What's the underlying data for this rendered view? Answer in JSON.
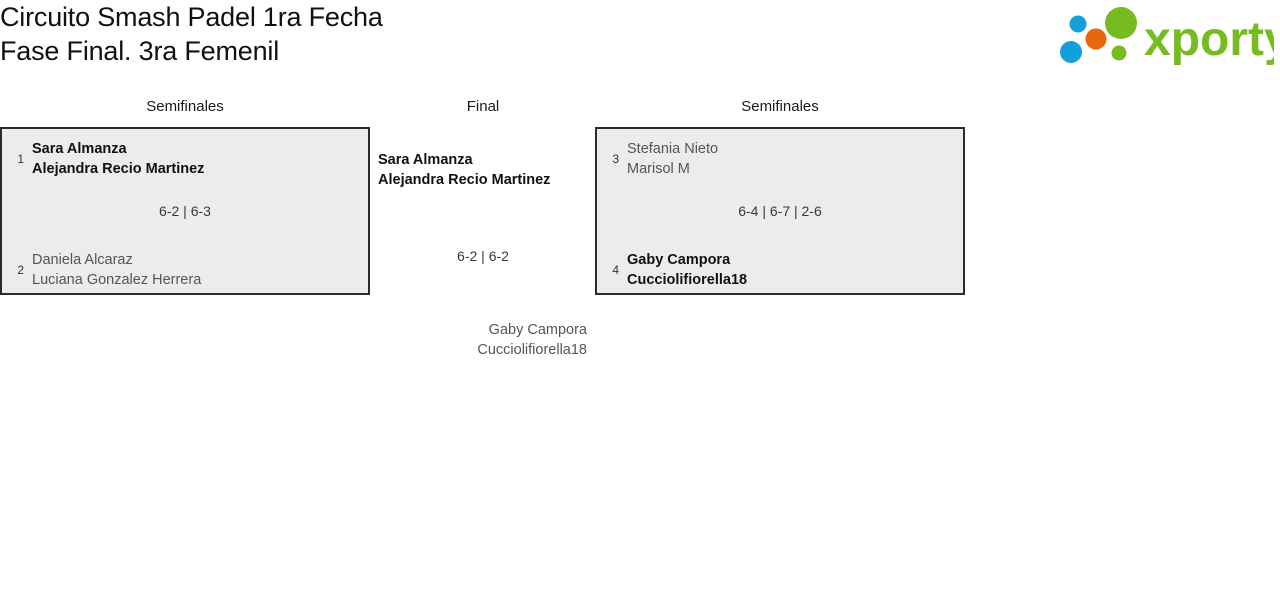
{
  "header": {
    "title_line1": "Circuito Smash Padel 1ra Fecha",
    "title_line2": "Fase Final. 3ra Femenil"
  },
  "logo": {
    "wordmark": "xporty",
    "green": "#76bc21",
    "blue": "#12a0db",
    "orange": "#e8670c"
  },
  "bracket": {
    "rounds": {
      "left_label": "Semifinales",
      "center_label": "Final",
      "right_label": "Semifinales"
    },
    "left_semifinal": {
      "top": {
        "seed": "1",
        "player1": "Sara Almanza",
        "player2": "Alejandra Recio Martinez"
      },
      "bottom": {
        "seed": "2",
        "player1": "Daniela Alcaraz",
        "player2": "Luciana Gonzalez Herrera"
      },
      "score": "6-2 | 6-3"
    },
    "right_semifinal": {
      "top": {
        "seed": "3",
        "player1": "Stefania Nieto",
        "player2": "Marisol M"
      },
      "bottom": {
        "seed": "4",
        "player1": "Gaby Campora",
        "player2": "Cucciolifiorella18"
      },
      "score": "6-4 | 6-7 | 2-6"
    },
    "final": {
      "winner": {
        "player1": "Sara Almanza",
        "player2": "Alejandra Recio Martinez"
      },
      "runner_up": {
        "player1": "Gaby Campora",
        "player2": "Cucciolifiorella18"
      },
      "score": "6-2 | 6-2"
    }
  }
}
